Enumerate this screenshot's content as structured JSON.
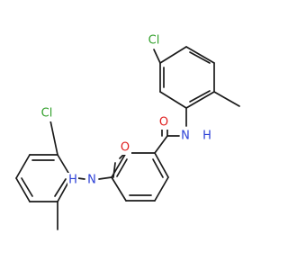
{
  "molecule": {
    "labels": {
      "chlorine_top": "Cl",
      "chlorine_left": "Cl",
      "amide_nh_right": "N",
      "amide_h_right": "H",
      "amide_nh_left": "N",
      "amide_h_left": "H",
      "carbonyl_o_right": "O",
      "carbonyl_o_left": "O"
    },
    "colors": {
      "bond": "#1a1a1a",
      "chlorine": "#33a02c",
      "nitrogen": "#2b3fd6",
      "oxygen": "#e02020",
      "background": "#ffffff"
    }
  }
}
